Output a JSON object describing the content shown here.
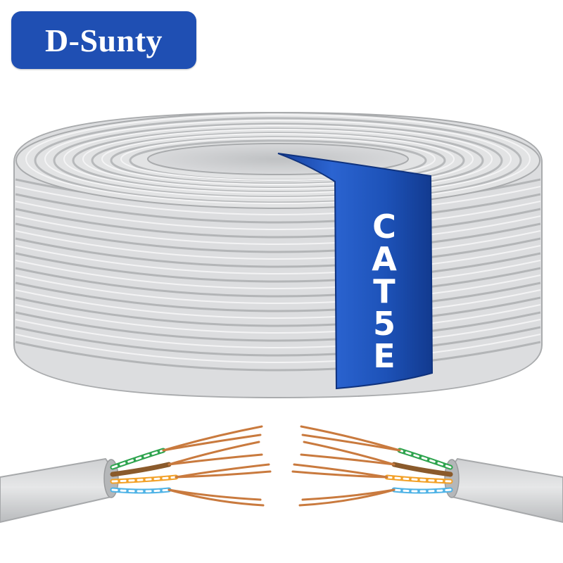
{
  "brand": {
    "name": "D-Sunty"
  },
  "product": {
    "label": "CAT5E"
  },
  "colors": {
    "brand_blue": "#1f4fb3",
    "band_blue": "#1c4fb7",
    "cable_gray": "#d9dadb",
    "copper": "#c97a3e"
  },
  "icons": [
    "cable-coil",
    "cable-end-left",
    "cable-end-right"
  ]
}
